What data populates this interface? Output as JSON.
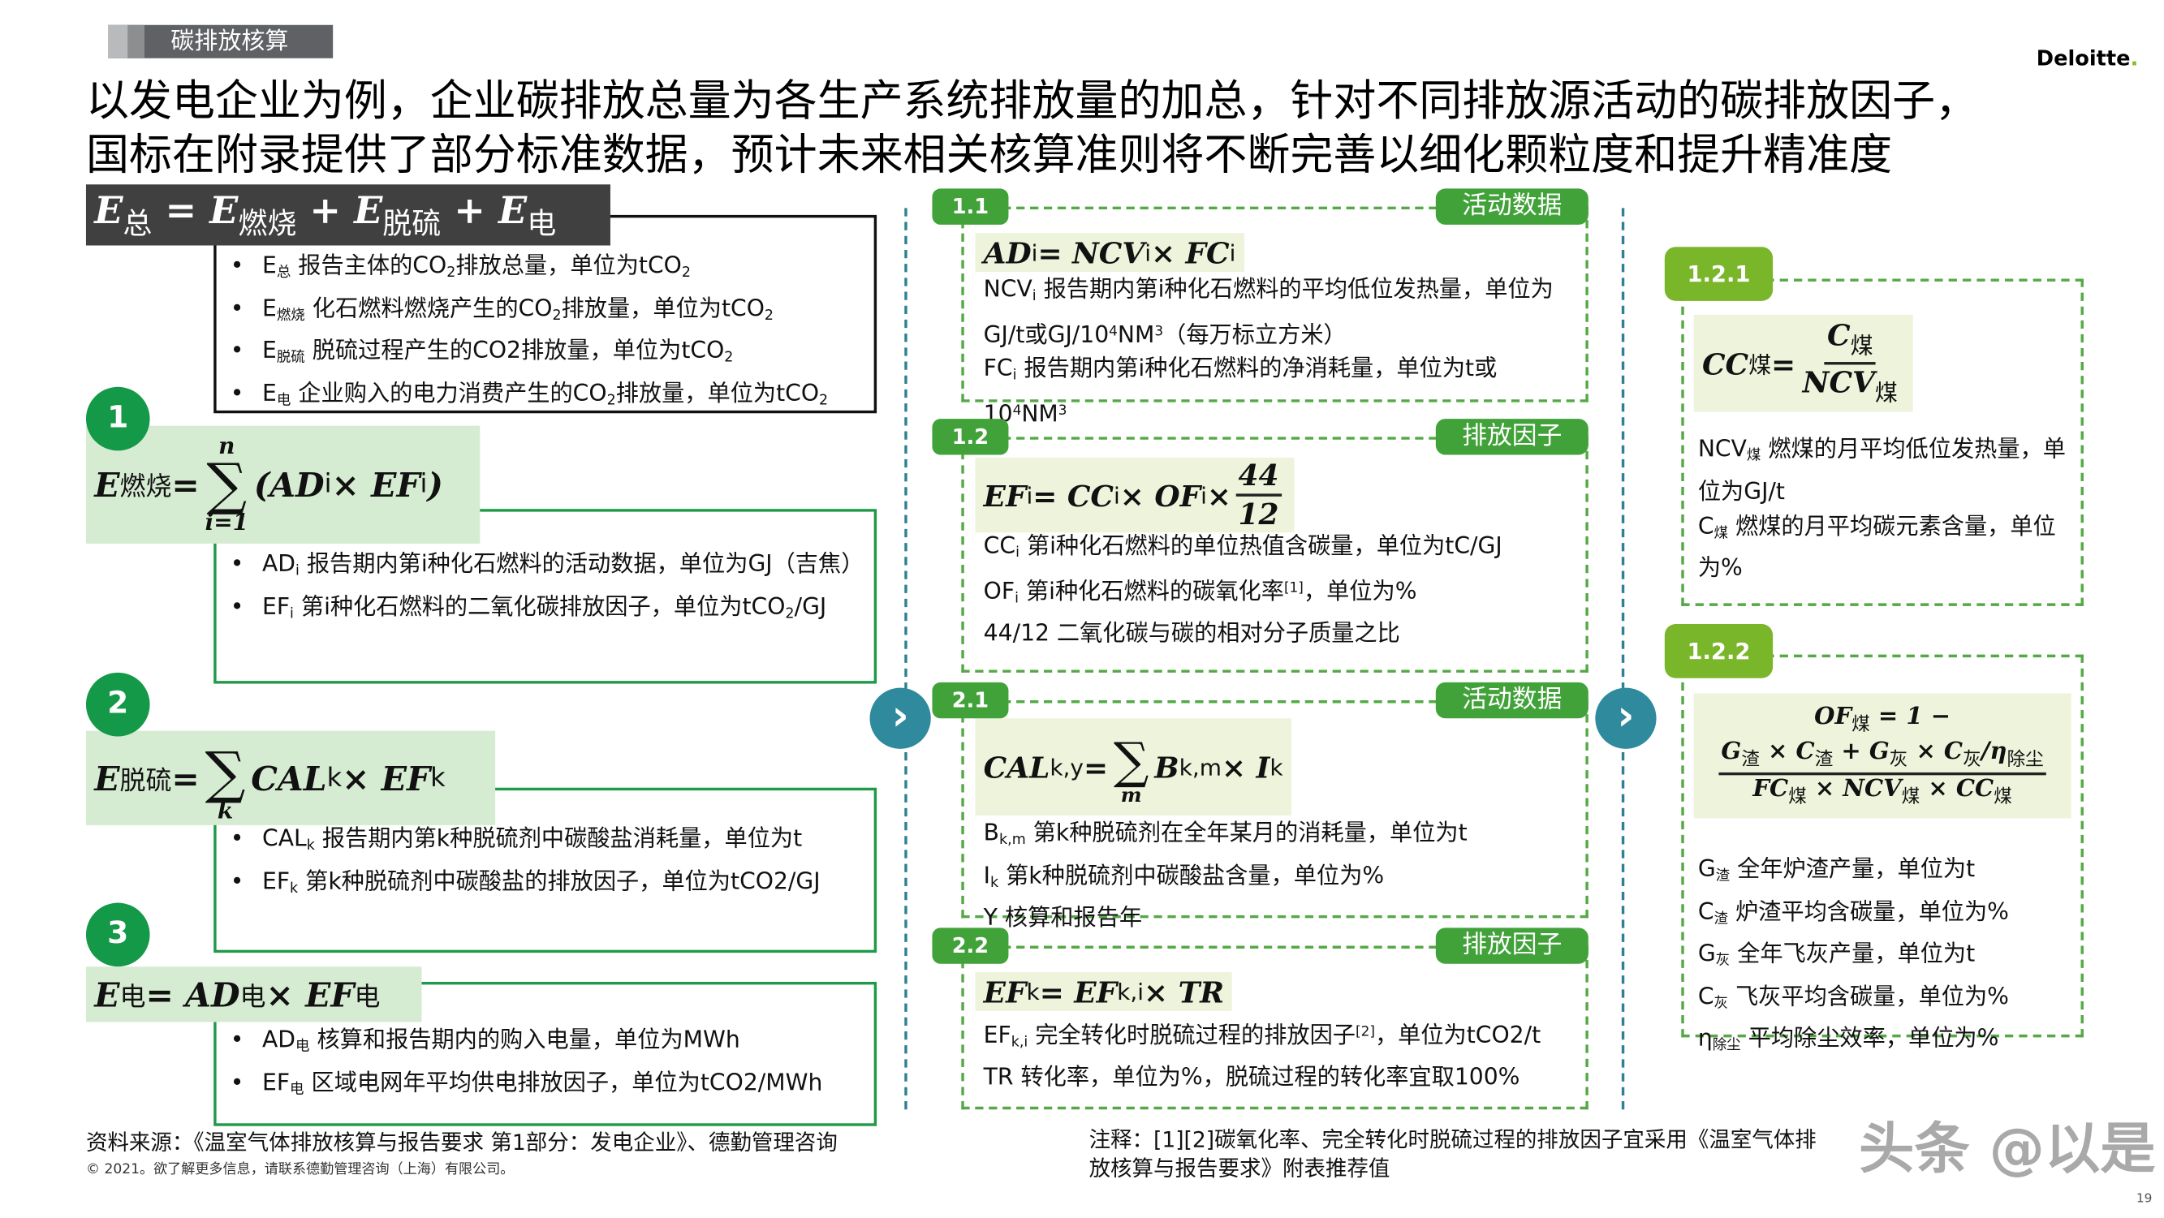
{
  "header": {
    "section_tag": "碳排放核算",
    "logo": "Deloitte",
    "logo_dot": ".",
    "title_line1": "以发电企业为例，企业碳排放总量为各生产系统排放量的加总，针对不同排放源活动的碳排放因子，",
    "title_line2": "国标在附录提供了部分标准数据，预计未来相关核算准则将不断完善以细化颗粒度和提升精准度"
  },
  "colors": {
    "dark_green": "#139948",
    "mid_green": "#42a23a",
    "lime_green": "#7ab62a",
    "teal": "#2e8a9c",
    "formula_bg": "#d6ecd2",
    "dark_box": "#404040"
  },
  "left": {
    "total": {
      "formula": [
        "E",
        {
          "sub": "总"
        },
        " = E",
        {
          "sub": "燃烧"
        },
        " + E",
        {
          "sub": "脱硫"
        },
        " + E",
        {
          "sub": "电"
        }
      ],
      "bullets": [
        [
          "E",
          {
            "sub": "总"
          },
          " 报告主体的CO",
          {
            "sub": "2"
          },
          "排放总量，单位为tCO",
          {
            "sub": "2"
          }
        ],
        [
          "E",
          {
            "sub": "燃烧"
          },
          " 化石燃料燃烧产生的CO",
          {
            "sub": "2"
          },
          "排放量，单位为tCO",
          {
            "sub": "2"
          }
        ],
        [
          "E",
          {
            "sub": "脱硫"
          },
          " 脱硫过程产生的CO2排放量，单位为tCO",
          {
            "sub": "2"
          }
        ],
        [
          "E",
          {
            "sub": "电"
          },
          " 企业购入的电力消费产生的CO",
          {
            "sub": "2"
          },
          "排放量，单位为tCO",
          {
            "sub": "2"
          }
        ]
      ]
    },
    "sections": [
      {
        "number": "1",
        "formula": [
          "E",
          {
            "sub": "燃烧"
          },
          " = ",
          {
            "sum": {
              "top": "n",
              "bottom": "i=1"
            }
          },
          "(AD",
          {
            "sub": "i"
          },
          "× EF",
          {
            "sub": "i"
          },
          ")"
        ],
        "bullets": [
          [
            "AD",
            {
              "sub": "i"
            },
            " 报告期内第i种化石燃料的活动数据，单位为GJ（吉焦）"
          ],
          [
            "EF",
            {
              "sub": "i"
            },
            " 第i种化石燃料的二氧化碳排放因子，单位为tCO",
            {
              "sub": "2"
            },
            "/GJ"
          ]
        ]
      },
      {
        "number": "2",
        "formula": [
          "E",
          {
            "sub": "脱硫"
          },
          " = ",
          {
            "sum": {
              "top": "",
              "bottom": "k"
            }
          },
          "CAL",
          {
            "sub": "k"
          },
          " × EF",
          {
            "sub": "k"
          }
        ],
        "bullets": [
          [
            "CAL",
            {
              "sub": "k"
            },
            " 报告期内第k种脱硫剂中碳酸盐消耗量，单位为t"
          ],
          [
            "EF",
            {
              "sub": "k"
            },
            " 第k种脱硫剂中碳酸盐的排放因子，单位为tCO2/GJ"
          ]
        ]
      },
      {
        "number": "3",
        "formula": [
          "E",
          {
            "sub": "电"
          },
          " = AD",
          {
            "sub": "电"
          },
          " × EF",
          {
            "sub": "电"
          }
        ],
        "bullets": [
          [
            "AD",
            {
              "sub": "电"
            },
            " 核算和报告期内的购入电量，单位为MWh"
          ],
          [
            "EF",
            {
              "sub": "电"
            },
            " 区域电网年平均供电排放因子，单位为tCO2/MWh"
          ]
        ]
      }
    ]
  },
  "middle": {
    "cards": [
      {
        "id": "1.1",
        "label": "活动数据",
        "formula": [
          "AD",
          {
            "sub": "i"
          },
          " = NCV",
          {
            "sub": "i"
          },
          " × FC",
          {
            "sub": "i"
          }
        ],
        "paras": [
          [
            "NCV",
            {
              "sub": "i"
            },
            " 报告期内第i种化石燃料的平均低位发热量，单位为GJ/t或GJ/10",
            {
              "sup": "4"
            },
            "NM",
            {
              "sup": "3"
            },
            "（每万标立方米）"
          ],
          [
            "FC",
            {
              "sub": "i"
            },
            " 报告期内第i种化石燃料的净消耗量，单位为t或10",
            {
              "sup": "4"
            },
            "NM",
            {
              "sup": "3"
            }
          ]
        ]
      },
      {
        "id": "1.2",
        "label": "排放因子",
        "formula": [
          "EF",
          {
            "sub": "i"
          },
          " = CC",
          {
            "sub": "i"
          },
          " × OF",
          {
            "sub": "i"
          },
          " × ",
          {
            "frac": {
              "num": [
                "44"
              ],
              "den": [
                "12"
              ]
            }
          }
        ],
        "paras": [
          [
            "CC",
            {
              "sub": "i"
            },
            " 第i种化石燃料的单位热值含碳量，单位为tC/GJ"
          ],
          [
            "OF",
            {
              "sub": "i"
            },
            " 第i种化石燃料的碳氧化率",
            {
              "sup": "[1]"
            },
            "，单位为%"
          ],
          [
            "44/12 二氧化碳与碳的相对分子质量之比"
          ]
        ]
      },
      {
        "id": "2.1",
        "label": "活动数据",
        "formula": [
          "CAL",
          {
            "sub": "k,y"
          },
          " = ",
          {
            "sum": {
              "top": "",
              "bottom": "m"
            }
          },
          "B",
          {
            "sub": "k,m"
          },
          " × I",
          {
            "sub": "k"
          }
        ],
        "paras": [
          [
            "B",
            {
              "sub": "k,m"
            },
            " 第k种脱硫剂在全年某月的消耗量，单位为t"
          ],
          [
            "I",
            {
              "sub": "k"
            },
            " 第k种脱硫剂中碳酸盐含量，单位为%"
          ],
          [
            "Y 核算和报告年"
          ]
        ]
      },
      {
        "id": "2.2",
        "label": "排放因子",
        "formula": [
          "EF",
          {
            "sub": "k"
          },
          " = EF",
          {
            "sub": "k,i"
          },
          " × TR"
        ],
        "paras": [
          [
            "EF",
            {
              "sub": "k,i"
            },
            " 完全转化时脱硫过程的排放因子",
            {
              "sup": "[2]"
            },
            "，单位为tCO2/t"
          ],
          [
            "TR 转化率，单位为%，脱硫过程的转化率宜取100%"
          ]
        ]
      }
    ]
  },
  "right": {
    "cards": [
      {
        "id": "1.2.1",
        "formula": [
          "CC",
          {
            "sub": "煤"
          },
          " = ",
          {
            "frac": {
              "num": [
                "C",
                {
                  "sub": "煤"
                }
              ],
              "den": [
                "NCV",
                {
                  "sub": "煤"
                }
              ]
            }
          }
        ],
        "paras": [
          [
            "NCV",
            {
              "sub": "煤"
            },
            " 燃煤的月平均低位发热量，单位为GJ/t"
          ],
          [
            "C",
            {
              "sub": "煤"
            },
            " 燃煤的月平均碳元素含量，单位为%"
          ]
        ]
      },
      {
        "id": "1.2.2",
        "formula": [
          "OF",
          {
            "sub": "煤"
          },
          " = 1 −",
          {
            "br": true
          },
          {
            "frac": {
              "num": [
                "G",
                {
                  "sub": "渣"
                },
                " × C",
                {
                  "sub": "渣"
                },
                " + G",
                {
                  "sub": "灰"
                },
                " × C",
                {
                  "sub": "灰"
                },
                "/η",
                {
                  "sub": "除尘"
                }
              ],
              "den": [
                "FC",
                {
                  "sub": "煤"
                },
                " × NCV",
                {
                  "sub": "煤"
                },
                " × CC",
                {
                  "sub": "煤"
                }
              ]
            }
          }
        ],
        "paras": [
          [
            "G",
            {
              "sub": "渣"
            },
            " 全年炉渣产量，单位为t"
          ],
          [
            "C",
            {
              "sub": "渣"
            },
            " 炉渣平均含碳量，单位为%"
          ],
          [
            "G",
            {
              "sub": "灰"
            },
            " 全年飞灰产量，单位为t"
          ],
          [
            "C",
            {
              "sub": "灰"
            },
            " 飞灰平均含碳量，单位为%"
          ],
          [
            "η",
            {
              "sub": "除尘"
            },
            " 平均除尘效率，单位为%"
          ]
        ]
      }
    ]
  },
  "footer": {
    "source": "资料来源：《温室气体排放核算与报告要求 第1部分：发电企业》、德勤管理咨询",
    "copyright": "© 2021。欲了解更多信息，请联系德勤管理咨询（上海）有限公司。",
    "note": "注释：[1][2]碳氧化率、完全转化时脱硫过程的排放因子宜采用《温室气体排放核算与报告要求》附表推荐值",
    "page_number": "19",
    "watermark": "头条 @以是"
  }
}
